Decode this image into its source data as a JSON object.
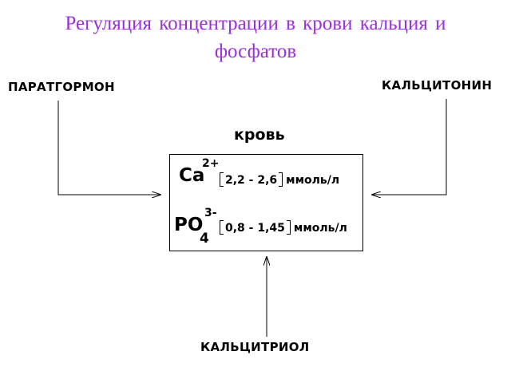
{
  "title": {
    "line1": "Регуляция концентрации в крови кальция и",
    "line2": "фосфатов",
    "color": "#9b30d9"
  },
  "hormones": {
    "parathormone": "ПАРАТГОРМОН",
    "calcitonin": "КАЛЬЦИТОНИН",
    "calcitriol": "КАЛЬЦИТРИОЛ"
  },
  "blood": {
    "label": "кровь",
    "calcium": {
      "symbol": "Ca",
      "charge": "2+",
      "range": "2,2 - 2,6",
      "unit": "ммоль/л"
    },
    "phosphate": {
      "symbol": "PO",
      "subscript": "4",
      "charge": "3-",
      "range": "0,8 - 1,45",
      "unit": "ммоль/л"
    }
  }
}
